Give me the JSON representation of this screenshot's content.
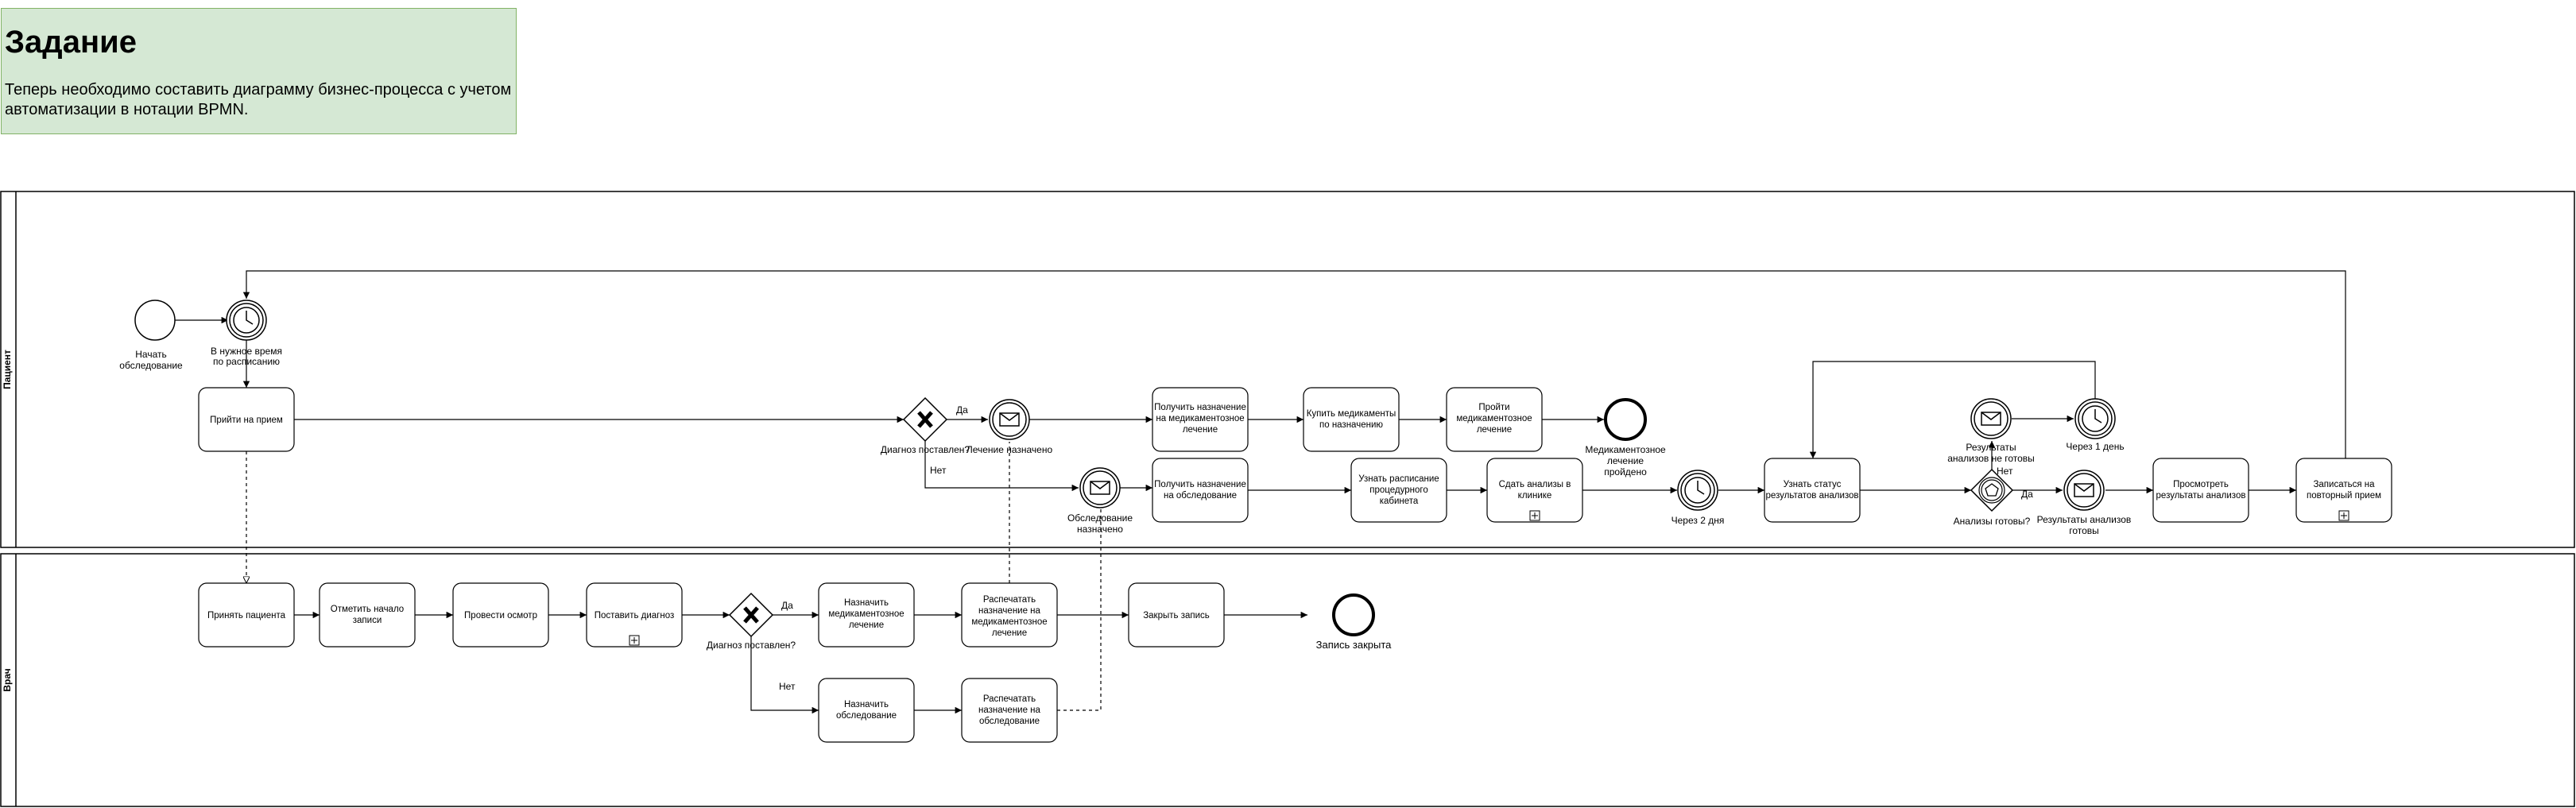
{
  "task": {
    "title": "Задание",
    "text": "Теперь необходимо составить диаграмму бизнес-процесса с учетом автоматизации в нотации BPMN."
  },
  "colors": {
    "note_fill": "#d5e8d4",
    "note_border": "#82b366",
    "stroke": "#000000",
    "task_fill": "#ffffff"
  },
  "lanes": {
    "patient": "Пациент",
    "doctor": "Врач"
  },
  "events": {
    "start": "Начать обследование",
    "timer_schedule": "В нужное время по расписанию",
    "msg_treatment": "Лечение назначено",
    "msg_exam": "Обследование назначено",
    "end_treatment": "Медикаментозное лечение пройдено",
    "timer_2days": "Через 2 дня",
    "msg_results_ready_top": "Результаты анализов не готовы",
    "timer_1day": "Через 1 день",
    "msg_results_ready": "Результаты анализов готовы",
    "end_record": "Запись закрыта"
  },
  "gateways": {
    "patient_diag": "Диагноз поставлен?",
    "doctor_diag": "Диагноз поставлен?",
    "analysis_ready": "Анализы готовы?"
  },
  "flow_labels": {
    "patient_yes": "Да",
    "patient_no": "Нет",
    "doctor_yes": "Да",
    "doctor_no": "Нет",
    "analysis_yes": "Да",
    "analysis_no": "Нет"
  },
  "tasks": {
    "come_appointment": "Прийти на прием",
    "get_med_assign": "Получить назначение на медикаментозное лечение",
    "buy_meds": "Купить медикаменты по назначению",
    "do_med_treatment": "Пройти медикаментозное лечение",
    "get_exam_assign": "Получить назначение на обследование",
    "find_schedule": "Узнать расписание процедурного кабинета",
    "give_analysis": "Сдать анализы в клинике",
    "check_status": "Узнать статус результатов анализов",
    "view_results": "Просмотреть результаты анализов",
    "book_repeat": "Записаться на повторный прием",
    "accept_patient": "Принять пациента",
    "mark_start": "Отметить начало записи",
    "examine": "Провести осмотр",
    "diagnose": "Поставить диагноз",
    "assign_med": "Назначить медикаментозное лечение",
    "print_med": "Распечатать назначение на медикаментозное лечение",
    "close_record": "Закрыть запись",
    "assign_exam": "Назначить обследование",
    "print_exam": "Распечатать назначение на обследование"
  }
}
